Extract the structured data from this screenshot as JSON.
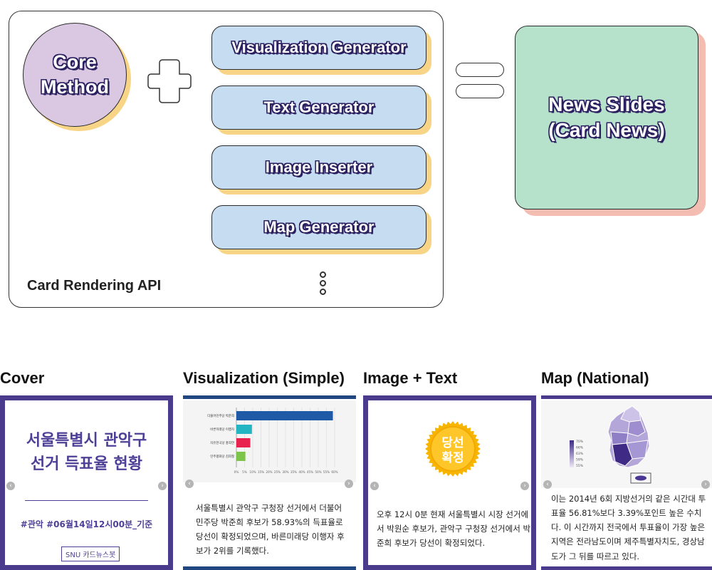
{
  "diagram": {
    "core": {
      "line1": "Core",
      "line2": "Method"
    },
    "generators": [
      {
        "label": "Visualization Generator"
      },
      {
        "label": "Text Generator"
      },
      {
        "label": "Image Inserter"
      },
      {
        "label": "Map Generator"
      }
    ],
    "api_label": "Card Rendering API",
    "output": {
      "line1": "News Slides",
      "line2": "(Card News)"
    },
    "colors": {
      "core_fill": "#dac8e2",
      "generator_fill": "#c6dcf1",
      "shadow_yellow": "#f8d586",
      "output_fill": "#b6e2cc",
      "output_shadow": "#f3bdb2",
      "text_outline": "#2b2060"
    }
  },
  "cards": {
    "cover": {
      "section_title": "Cover",
      "title_line1": "서울특별시 관악구",
      "title_line2": "선거 득표율 현황",
      "tags": "#관악 #06월14일12시00분_기준",
      "badge": "SNU 카드뉴스봇",
      "frame_color": "#4b3b8c"
    },
    "viz": {
      "section_title": "Visualization (Simple)",
      "body": "서울특별시 관악구 구청장 선거에서 더불어민주당 박준희 후보가 58.93%의 득표율로 당선이 확정되었으며, 바른미래당 이행자 후보가 2위를 기록했다."
    },
    "image_text": {
      "section_title": "Image + Text",
      "seal_line1": "당선",
      "seal_line2": "확정",
      "body": "오후 12시 0분 현재 서울특별시 시장 선거에서 박원순 후보가, 관악구 구청장 선거에서 박준희 후보가 당선이 확정되었다."
    },
    "map": {
      "section_title": "Map (National)",
      "legend": [
        "70%",
        "66%",
        "63%",
        "59%",
        "55%"
      ],
      "body": "이는 2014년 6회 지방선거의 같은 시간대 투표율 56.81%보다 3.39%포인트 높은 수치다. 이 시간까지 전국에서 투표율이 가장 높은 지역은 전라남도이며 제주특별자치도, 경상남도가 그 뒤를 따르고 있다."
    }
  },
  "chart_data": {
    "type": "bar",
    "orientation": "horizontal",
    "categories": [
      "더불어민주당 박준희",
      "바른미래당 이행자",
      "자유한국당 홍희연",
      "민주평화당 김희철"
    ],
    "values": [
      58.93,
      9.5,
      8.5,
      5.5
    ],
    "colors": [
      "#1f5aa6",
      "#23b5c2",
      "#e8214f",
      "#7cc44a"
    ],
    "tick_labels": [
      "0%",
      "5%",
      "10%",
      "15%",
      "20%",
      "25%",
      "30%",
      "35%",
      "40%",
      "45%",
      "50%",
      "55%",
      "60%"
    ],
    "xlim": [
      0,
      60
    ],
    "grid": true
  }
}
